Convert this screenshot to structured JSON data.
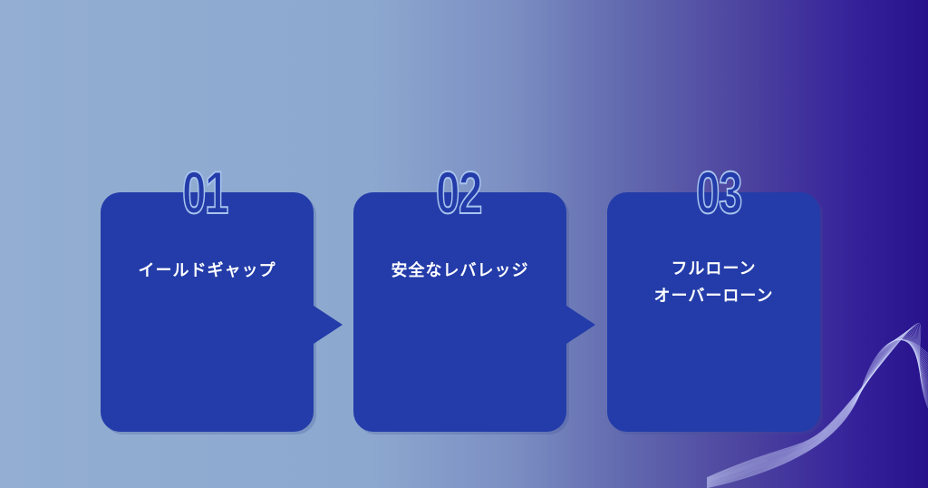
{
  "steps": [
    {
      "number": "01",
      "lines": [
        "イールドギャップ"
      ]
    },
    {
      "number": "02",
      "lines": [
        "安全なレバレッジ"
      ]
    },
    {
      "number": "03",
      "lines": [
        "フルローン",
        "オーバーローン"
      ]
    }
  ],
  "colors": {
    "card": "#233ca9",
    "number_outline": "#a8c4ee",
    "background_left": "#93aed2",
    "background_right": "#27128c"
  }
}
